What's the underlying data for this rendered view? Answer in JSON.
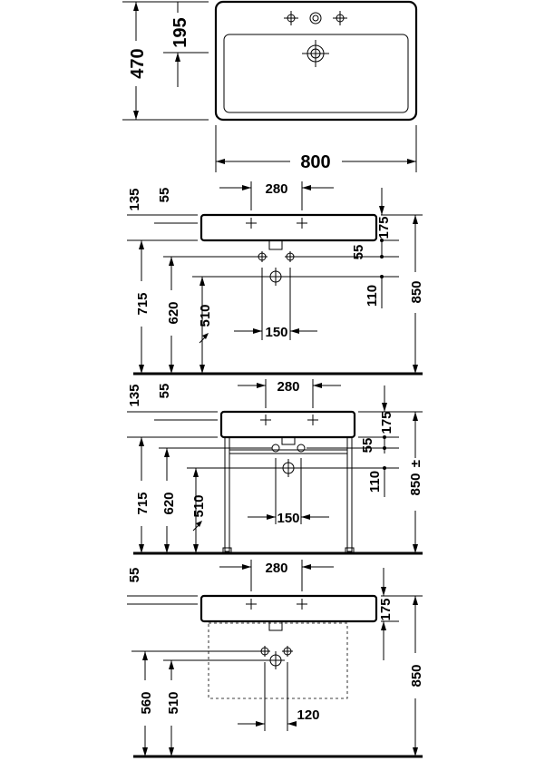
{
  "top_view": {
    "depth": "470",
    "tap_offset": "195",
    "width": "800"
  },
  "wall_view_1": {
    "tap_spacing": "280",
    "top_offset": "135",
    "rim_offset": "55",
    "basin_height": "175",
    "side_offset": "55",
    "drain_offset": "110",
    "height_total": "850",
    "height_715": "715",
    "height_620": "620",
    "height_510": "510",
    "drain_spacing": "150"
  },
  "console_view": {
    "tap_spacing": "280",
    "top_offset": "135",
    "rim_offset": "55",
    "basin_height": "175",
    "side_offset": "55",
    "drain_offset": "110",
    "height_total": "850",
    "height_prefix": "±",
    "height_715": "715",
    "height_620": "620",
    "height_510": "510",
    "drain_spacing": "150"
  },
  "vanity_view": {
    "tap_spacing": "280",
    "rim_offset": "55",
    "basin_height": "175",
    "height_total": "850",
    "height_560": "560",
    "height_510": "510",
    "drain_spacing": "120"
  }
}
